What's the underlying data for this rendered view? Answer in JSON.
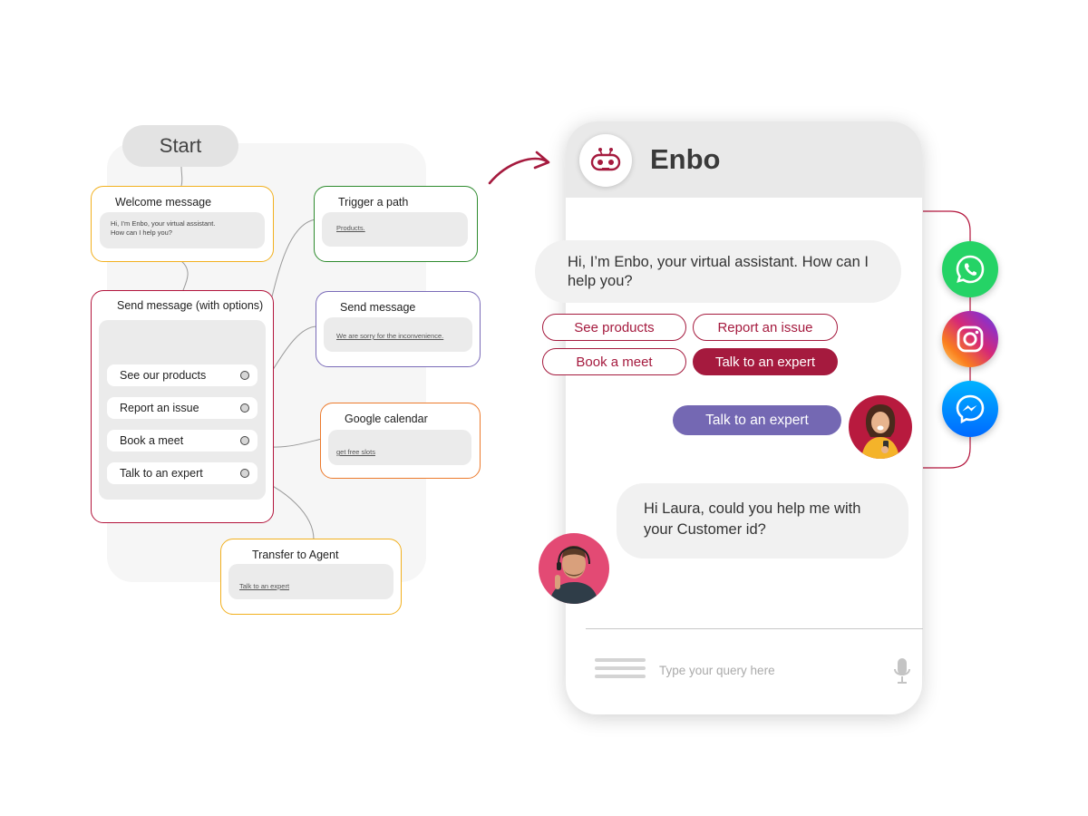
{
  "flow": {
    "start_label": "Start",
    "welcome": {
      "title": "Welcome message",
      "text": "Hi, I’m Enbo, your virtual assistant.\nHow can I help you?"
    },
    "send_options": {
      "title": "Send message (with options)",
      "options": [
        "See our products",
        "Report an issue",
        "Book a meet",
        "Talk to an expert"
      ]
    },
    "trigger_path": {
      "title": "Trigger a path",
      "link": "Products."
    },
    "send_message": {
      "title": "Send message",
      "link": "We are sorry for the inconvenience."
    },
    "google_calendar": {
      "title": "Google calendar",
      "link": "get free slots"
    },
    "transfer_agent": {
      "title": "Transfer to Agent",
      "link": "Talk to an expert"
    },
    "colors": {
      "welcome": "#f2b01e",
      "send_options": "#b3153c",
      "trigger": "#2e8b2e",
      "send_message": "#7a6bb8",
      "calendar": "#ec7a2c",
      "transfer": "#f2b01e"
    }
  },
  "chat": {
    "bot_name": "Enbo",
    "bot_message": "Hi, I’m Enbo, your virtual assistant. How can I help you?",
    "quick_replies": [
      "See products",
      "Report an issue",
      "Book a meet",
      "Talk to an expert"
    ],
    "selected_reply": "Talk to an expert",
    "user_message": "Talk to an expert",
    "agent_message": "Hi Laura, could you help me with your Customer id?",
    "input_placeholder": "Type your query here",
    "accent": "#a51a3e",
    "user_bubble_color": "#7468b3"
  },
  "channels": [
    {
      "name": "whatsapp",
      "icon": "whatsapp-icon",
      "color": "#25d366"
    },
    {
      "name": "instagram",
      "icon": "instagram-icon",
      "color": "#d62976"
    },
    {
      "name": "messenger",
      "icon": "messenger-icon",
      "color": "#1a8cff"
    }
  ]
}
